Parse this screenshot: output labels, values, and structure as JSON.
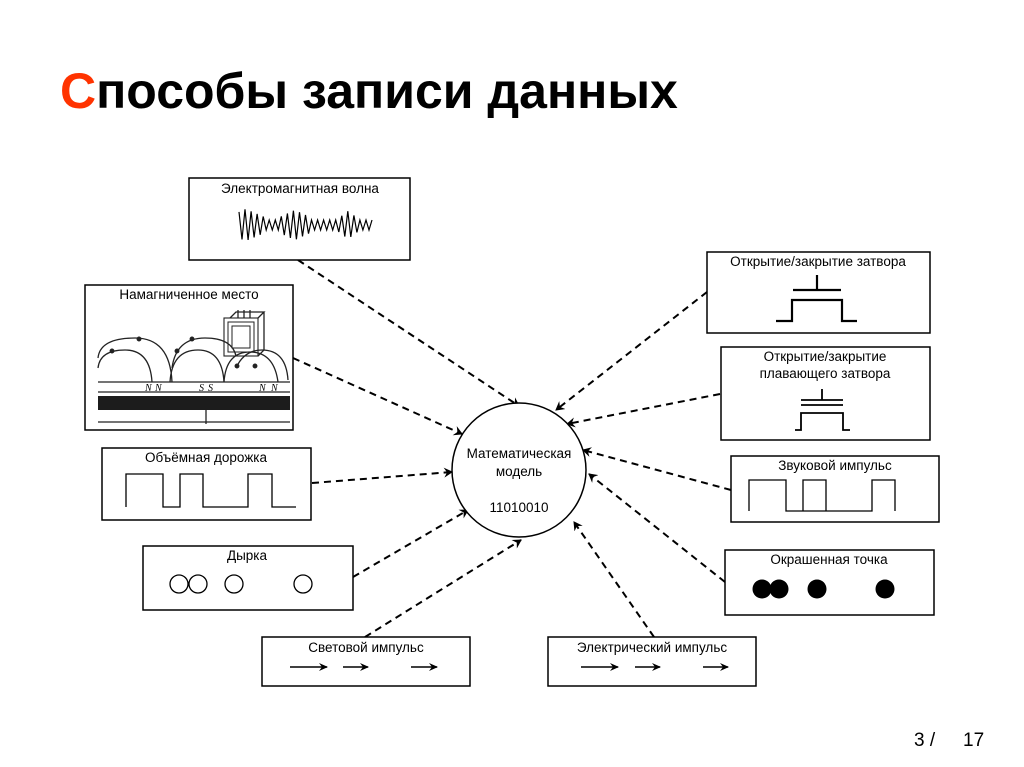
{
  "slide": {
    "title_first_letter": "С",
    "title_rest": "пособы записи данных",
    "accent_color": "#ff3300",
    "page_current": "3 /",
    "page_total": "17"
  },
  "center": {
    "line1": "Математическая",
    "line2": "модель",
    "code": "11010010"
  },
  "methods": [
    {
      "id": "em-wave",
      "label": "Электромагнитная волна",
      "icon": "waveform-icon"
    },
    {
      "id": "magnetized",
      "label": "Намагниченное место",
      "icon": "magnetic-head-icon"
    },
    {
      "id": "track",
      "label": "Объёмная дорожка",
      "icon": "square-pulse-icon"
    },
    {
      "id": "hole",
      "label": "Дырка",
      "icon": "open-circles-icon"
    },
    {
      "id": "light",
      "label": "Световой импульс",
      "icon": "arrows-icon"
    },
    {
      "id": "electric",
      "label": "Электрический импульс",
      "icon": "arrows-icon"
    },
    {
      "id": "gate",
      "label": "Открытие/закрытие затвора",
      "icon": "transistor-gate-icon"
    },
    {
      "id": "float-gate",
      "label_line1": "Открытие/закрытие",
      "label_line2": "плавающего затвора",
      "icon": "floating-gate-icon"
    },
    {
      "id": "sound",
      "label": "Звуковой импульс",
      "icon": "square-pulse-icon"
    },
    {
      "id": "dot",
      "label": "Окрашенная точка",
      "icon": "filled-dots-icon"
    }
  ],
  "magnet_poles": [
    "N",
    "N",
    "S",
    "S",
    "N",
    "N"
  ]
}
